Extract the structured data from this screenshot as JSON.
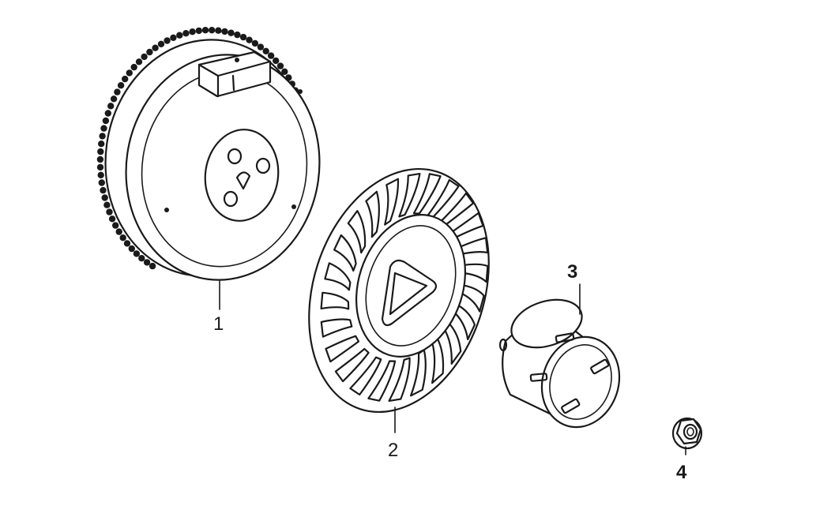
{
  "callouts": {
    "part_1": "1",
    "part_2": "2",
    "part_3": "3",
    "part_4": "4"
  },
  "parts": [
    {
      "callout": "1",
      "icon": "flywheel-icon"
    },
    {
      "callout": "2",
      "icon": "cooling-fan-icon"
    },
    {
      "callout": "3",
      "icon": "starter-pulley-icon"
    },
    {
      "callout": "4",
      "icon": "flange-nut-icon"
    }
  ],
  "colors": {
    "line": "#1a1a1a",
    "background": "#ffffff"
  }
}
